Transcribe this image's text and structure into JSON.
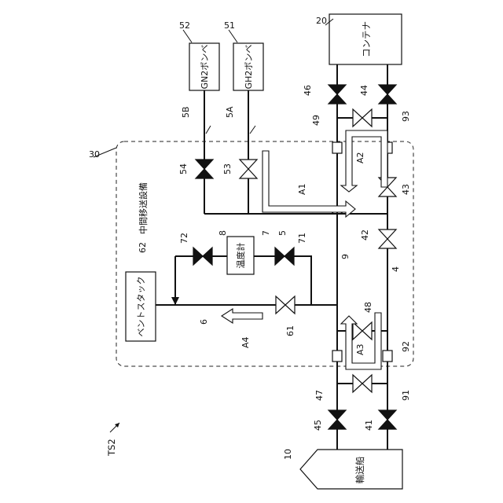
{
  "figure_label": "TS2",
  "equipment_label": "中間移送設備",
  "components": {
    "container": {
      "name": "コンテナ",
      "ref": "20"
    },
    "ship": {
      "name": "輸送船",
      "ref": "10"
    },
    "gn2_cylinder": {
      "name": "GN2ボンベ",
      "ref": "52"
    },
    "gh2_cylinder": {
      "name": "GH2ボンベ",
      "ref": "51"
    },
    "thermometer": {
      "name": "温度計",
      "ref": "8"
    },
    "vent_stack": {
      "name": "ベントスタック",
      "ref": "62"
    },
    "equipment_ref": "30"
  },
  "refs": {
    "v46": "46",
    "v44": "44",
    "v49": "49",
    "r93": "93",
    "v54": "54",
    "v53": "53",
    "p5B": "5B",
    "p5A": "5A",
    "A1": "A1",
    "A2": "A2",
    "v43": "43",
    "v42": "42",
    "v72": "72",
    "v71": "71",
    "p7": "7",
    "p5": "5",
    "p9": "9",
    "p4": "4",
    "p6": "6",
    "v61": "61",
    "A4": "A4",
    "v48": "48",
    "A3": "A3",
    "r92": "92",
    "v47": "47",
    "r91": "91",
    "v45": "45",
    "v41": "41"
  }
}
